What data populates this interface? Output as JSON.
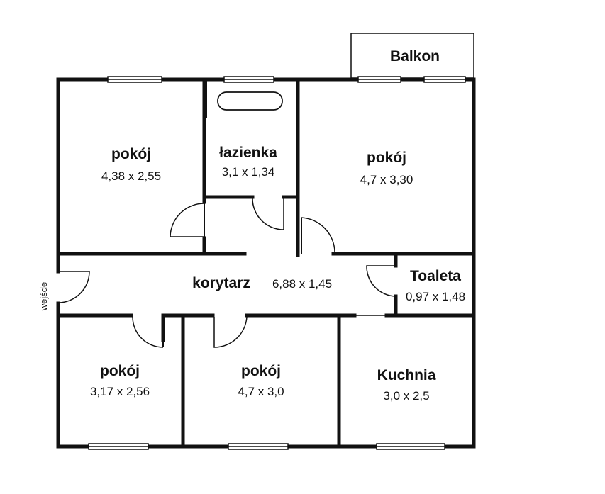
{
  "balcony": {
    "label": "Balkon"
  },
  "entrance": {
    "label": "wejśde"
  },
  "rooms": {
    "room_top_left": {
      "name": "pokój",
      "dims": "4,38 x 2,55"
    },
    "bathroom": {
      "name": "łazienka",
      "dims": "3,1 x 1,34"
    },
    "room_top_right": {
      "name": "pokój",
      "dims": "4,7 x 3,30"
    },
    "corridor": {
      "name": "korytarz",
      "dims": "6,88 x 1,45"
    },
    "toilet": {
      "name": "Toaleta",
      "dims": "0,97 x 1,48"
    },
    "room_bottom_left": {
      "name": "pokój",
      "dims": "3,17 x 2,56"
    },
    "room_bottom_mid": {
      "name": "pokój",
      "dims": "4,7 x 3,0"
    },
    "kitchen": {
      "name": "Kuchnia",
      "dims": "3,0 x 2,5"
    }
  }
}
